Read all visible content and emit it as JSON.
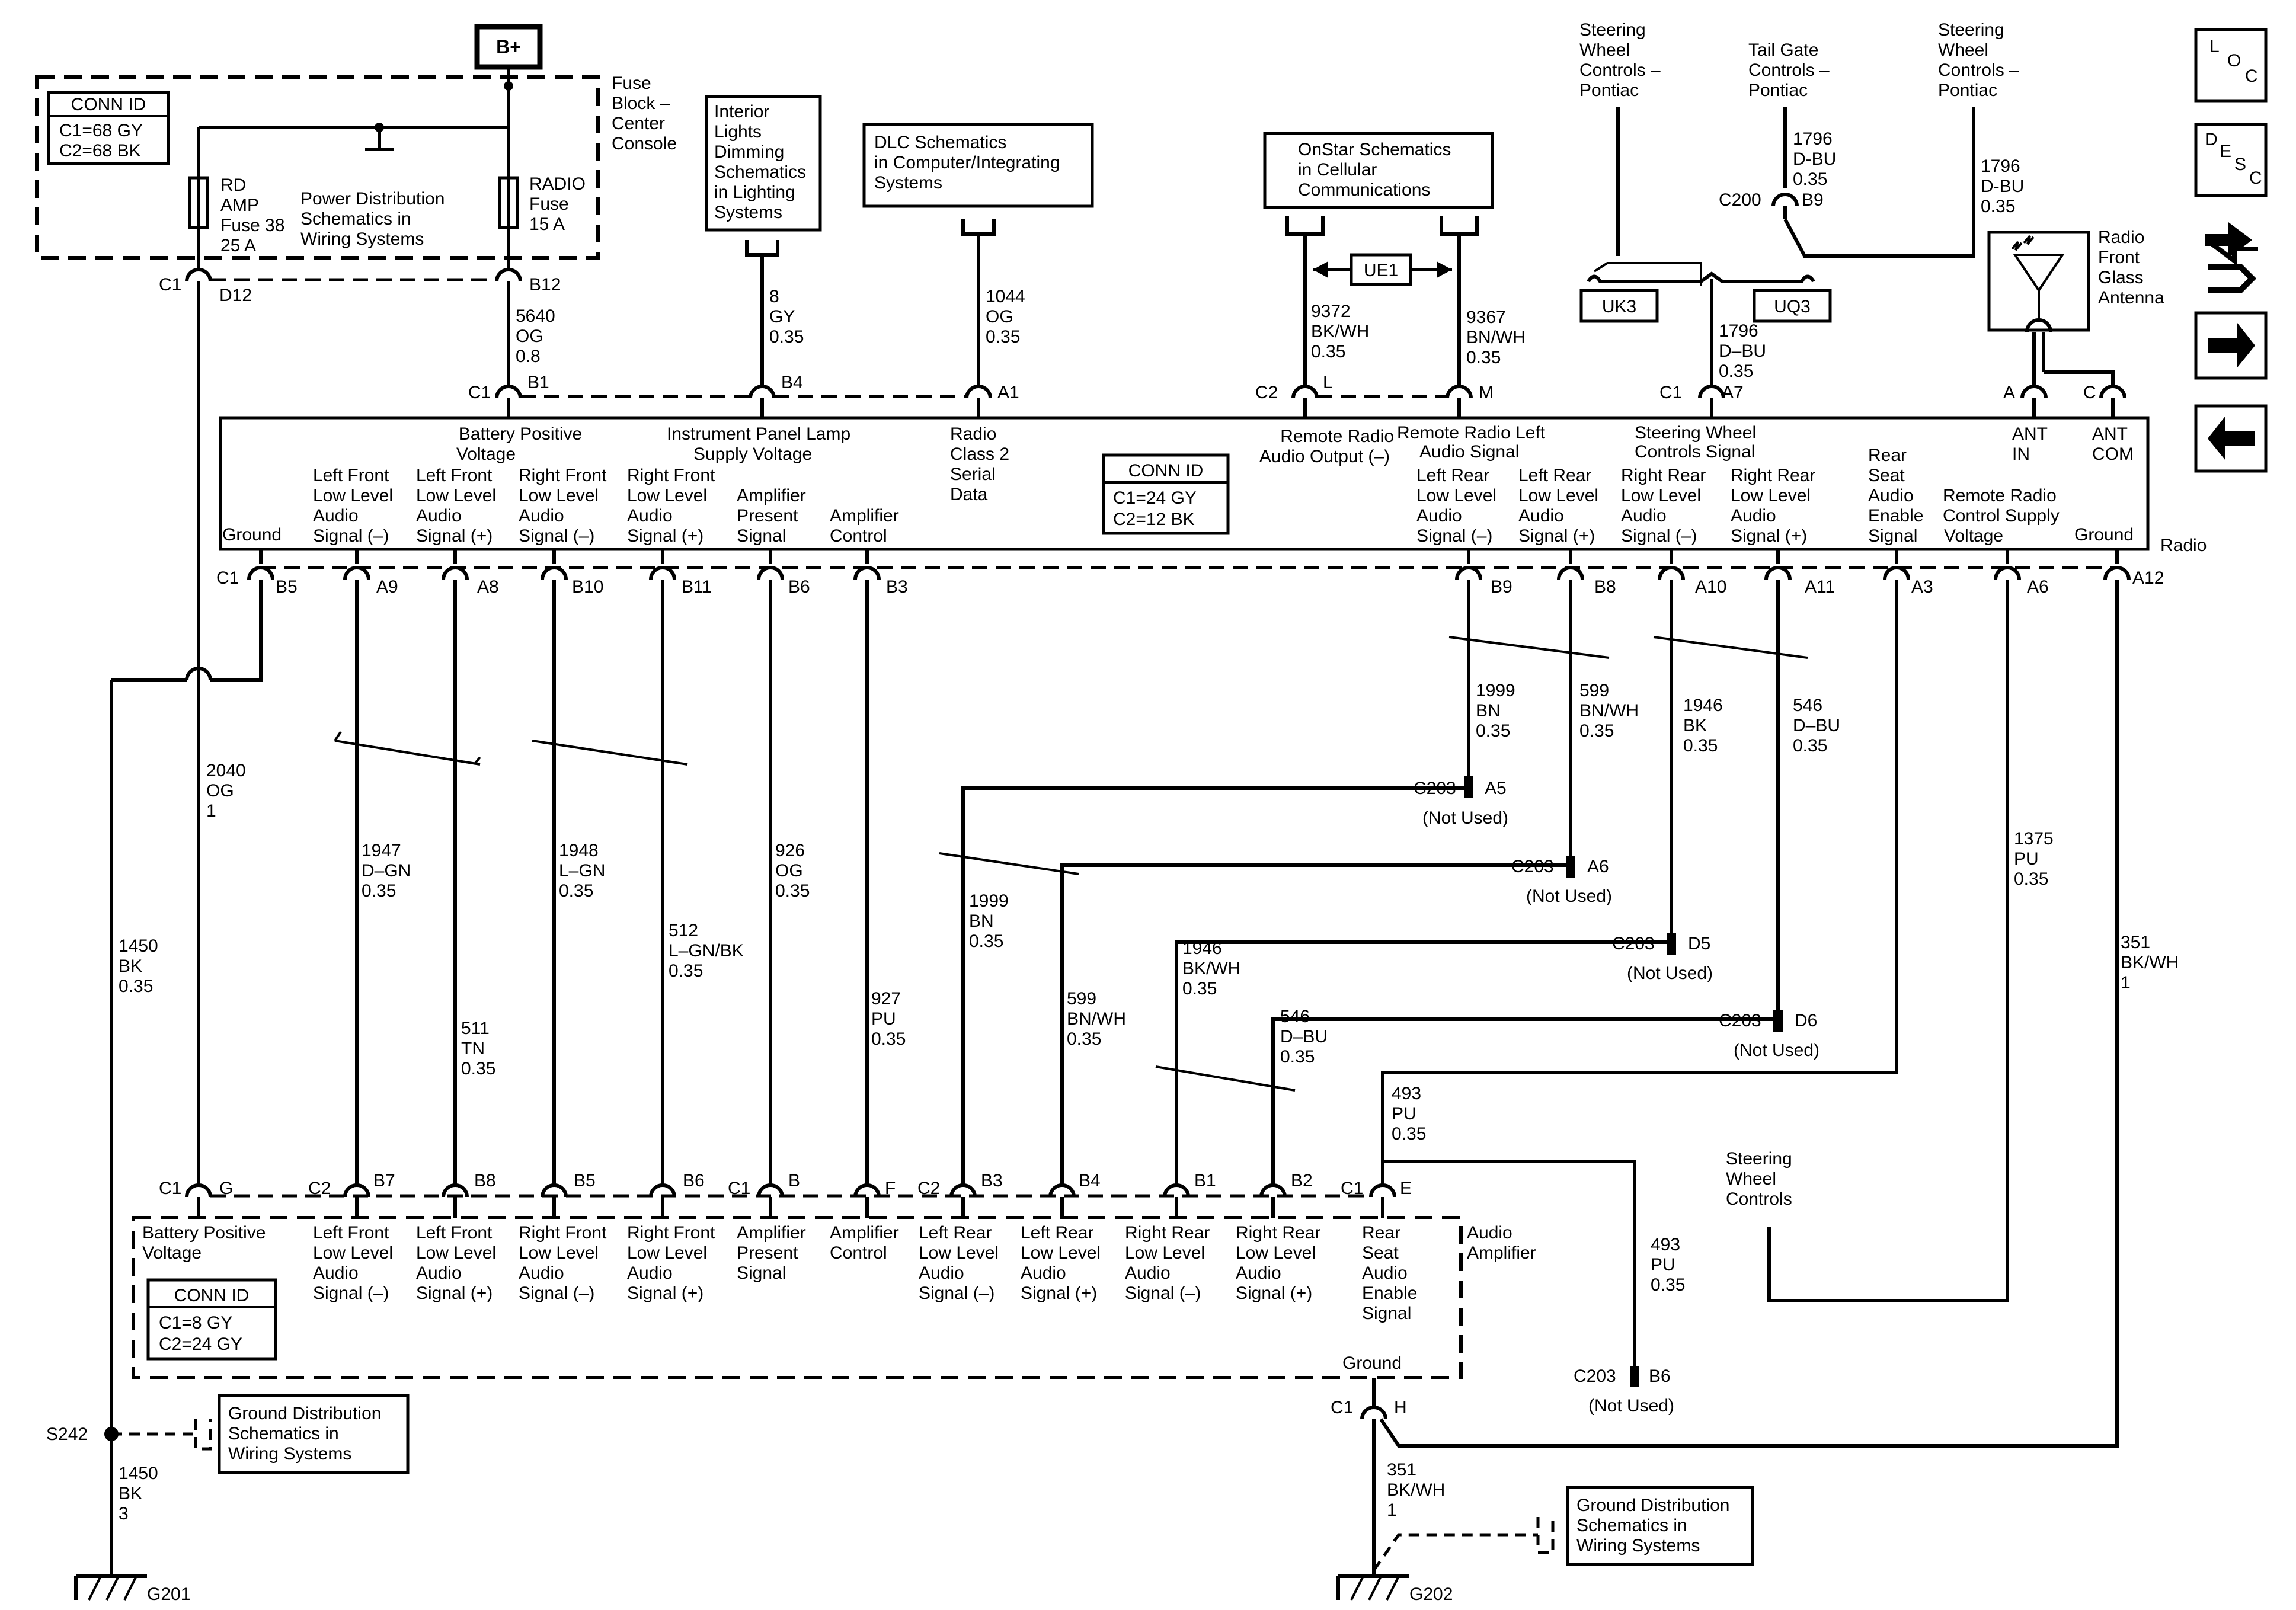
{
  "boxes": {
    "bplus": "B+",
    "fuse_block": [
      "Fuse",
      "Block –",
      "Center",
      "Console"
    ],
    "conn_fuse": {
      "title": "CONN ID",
      "lines": [
        "C1=68 GY",
        "C2=68 BK"
      ]
    },
    "rd_amp_fuse": [
      "RD",
      "AMP",
      "Fuse 38",
      "25 A"
    ],
    "power_dist": [
      "Power Distribution",
      "Schematics in",
      "Wiring  Systems"
    ],
    "radio_fuse": [
      "RADIO",
      "Fuse",
      "15 A"
    ],
    "interior_lights": [
      "Interior",
      "Lights",
      "Dimming",
      "Schematics",
      "in Lighting",
      "Systems"
    ],
    "dlc": [
      "DLC Schematics",
      "in Computer/Integrating",
      "Systems"
    ],
    "onstar": [
      "OnStar Schematics",
      "in Cellular",
      "Communications"
    ],
    "ue1": "UE1",
    "uk3": "UK3",
    "uq3": "UQ3",
    "swc_pontiac_left": [
      "Steering",
      "Wheel",
      "Controls –",
      "Pontiac"
    ],
    "tailgate": [
      "Tail Gate",
      "Controls –",
      "Pontiac"
    ],
    "swc_pontiac_right": [
      "Steering",
      "Wheel",
      "Controls –",
      "Pontiac"
    ],
    "antenna": [
      "Radio",
      "Front",
      "Glass",
      "Antenna"
    ],
    "radio_name": "Radio",
    "conn_radio": {
      "title": "CONN ID",
      "lines": [
        "C1=24 GY",
        "C2=12 BK"
      ]
    },
    "amp_name": [
      "Audio",
      "Amplifier"
    ],
    "conn_amp": {
      "title": "CONN ID",
      "lines": [
        "C1=8 GY",
        "C2=24 GY"
      ]
    },
    "ground_dist": [
      "Ground Distribution",
      "Schematics in",
      "Wiring Systems"
    ],
    "swc_bottom": [
      "Steering",
      "Wheel",
      "Controls"
    ],
    "s242": "S242",
    "g201": "G201",
    "g202": "G202",
    "amp_ground": "Ground"
  },
  "side_icons": {
    "loc": [
      "L",
      "O",
      "C"
    ],
    "desc": [
      "D",
      "E",
      "S",
      "C"
    ],
    "icons": [
      "harness-icon",
      "arrow-right-icon",
      "arrow-left-icon"
    ]
  },
  "radio_labels": {
    "ground_left": "Ground",
    "lf_minus": [
      "Left Front",
      "Low Level",
      "Audio",
      "Signal (–)"
    ],
    "lf_plus": [
      "Left Front",
      "Low Level",
      "Audio",
      "Signal (+)"
    ],
    "rf_minus": [
      "Right Front",
      "Low Level",
      "Audio",
      "Signal (–)"
    ],
    "rf_plus": [
      "Right Front",
      "Low Level",
      "Audio",
      "Signal (+)"
    ],
    "amp_present": [
      "Amplifier",
      "Present",
      "Signal"
    ],
    "amp_control": [
      "Amplifier",
      "Control"
    ],
    "batt_pos": [
      "Battery Positive",
      "Voltage"
    ],
    "ip_lamp": [
      "Instrument Panel Lamp",
      "Supply Voltage"
    ],
    "class2": [
      "Radio",
      "Class 2",
      "Serial",
      "Data"
    ],
    "remote_out": [
      "Remote Radio",
      "Audio Output (–)"
    ],
    "remote_left": [
      "Remote Radio Left",
      "Audio Signal"
    ],
    "swc_signal": [
      "Steering Wheel",
      "Controls Signal"
    ],
    "lr_minus": [
      "Left Rear",
      "Low Level",
      "Audio",
      "Signal (–)"
    ],
    "lr_plus": [
      "Left Rear",
      "Low Level",
      "Audio",
      "Signal (+)"
    ],
    "rr_minus": [
      "Right Rear",
      "Low Level",
      "Audio",
      "Signal (–)"
    ],
    "rr_plus": [
      "Right Rear",
      "Low Level",
      "Audio",
      "Signal (+)"
    ],
    "rear_seat": [
      "Rear",
      "Seat",
      "Audio",
      "Enable",
      "Signal"
    ],
    "remote_supply": [
      "Remote Radio",
      "Control Supply",
      "Voltage"
    ],
    "ground_right": "Ground",
    "ant_in": [
      "ANT",
      "IN"
    ],
    "ant_com": [
      "ANT",
      "COM"
    ]
  },
  "amp_labels": {
    "batt_pos": [
      "Battery Positive",
      "Voltage"
    ],
    "lf_minus": [
      "Left Front",
      "Low Level",
      "Audio",
      "Signal (–)"
    ],
    "lf_plus": [
      "Left Front",
      "Low Level",
      "Audio",
      "Signal (+)"
    ],
    "rf_minus": [
      "Right Front",
      "Low Level",
      "Audio",
      "Signal (–)"
    ],
    "rf_plus": [
      "Right Front",
      "Low Level",
      "Audio",
      "Signal (+)"
    ],
    "amp_present": [
      "Amplifier",
      "Present",
      "Signal"
    ],
    "amp_control": [
      "Amplifier",
      "Control"
    ],
    "lr_minus": [
      "Left Rear",
      "Low Level",
      "Audio",
      "Signal (–)"
    ],
    "lr_plus": [
      "Left Rear",
      "Low Level",
      "Audio",
      "Signal (+)"
    ],
    "rr_minus": [
      "Right Rear",
      "Low Level",
      "Audio",
      "Signal (–)"
    ],
    "rr_plus": [
      "Right Rear",
      "Low Level",
      "Audio",
      "Signal (+)"
    ],
    "rear_seat": [
      "Rear",
      "Seat",
      "Audio",
      "Enable",
      "Signal"
    ]
  },
  "pins": {
    "fuse_c1": "C1",
    "fuse_d12": "D12",
    "fuse_b12": "B12",
    "top_c1": "C1",
    "top_b1": "B1",
    "top_b4": "B4",
    "top_a1": "A1",
    "top_c2": "C2",
    "top_l": "L",
    "top_m": "M",
    "top_c1b": "C1",
    "top_a7": "A7",
    "top_a": "A",
    "top_c": "C",
    "c200": "C200",
    "c200_b9": "B9",
    "bot_c1": "C1",
    "b5": "B5",
    "a9": "A9",
    "a8": "A8",
    "b10": "B10",
    "b11": "B11",
    "b6": "B6",
    "b3": "B3",
    "b9": "B9",
    "b8": "B8",
    "a10": "A10",
    "a11": "A11",
    "a3": "A3",
    "a6": "A6",
    "a12": "A12",
    "amp_c1": "C1",
    "amp_g": "G",
    "amp_c2": "C2",
    "amp_b7": "B7",
    "amp_b8": "B8",
    "amp_b5": "B5",
    "amp_b6": "B6",
    "amp_c1b": "C1",
    "amp_b": "B",
    "amp_f": "F",
    "amp_c2b": "C2",
    "amp_b3": "B3",
    "amp_b4": "B4",
    "amp_b1": "B1",
    "amp_b2": "B2",
    "amp_c1c": "C1",
    "amp_e": "E",
    "gnd_c1": "C1",
    "gnd_h": "H",
    "c203_a5": [
      "C203",
      "A5",
      "(Not Used)"
    ],
    "c203_a6": [
      "C203",
      "A6",
      "(Not Used)"
    ],
    "c203_d5": [
      "C203",
      "D5",
      "(Not Used)"
    ],
    "c203_d6": [
      "C203",
      "D6",
      "(Not Used)"
    ],
    "c203_b6": [
      "C203",
      "B6",
      "(Not Used)"
    ]
  },
  "wires": {
    "w5640": [
      "5640",
      "OG",
      "0.8"
    ],
    "w8": [
      "8",
      "GY",
      "0.35"
    ],
    "w1044": [
      "1044",
      "OG",
      "0.35"
    ],
    "w9372": [
      "9372",
      "BK/WH",
      "0.35"
    ],
    "w9367": [
      "9367",
      "BN/WH",
      "0.35"
    ],
    "w1796a": [
      "1796",
      "D-BU",
      "0.35"
    ],
    "w1796b": [
      "1796",
      "D-BU",
      "0.35"
    ],
    "w1796c": [
      "1796",
      "D–BU",
      "0.35"
    ],
    "w2040": [
      "2040",
      "OG",
      "1"
    ],
    "w1450a": [
      "1450",
      "BK",
      "0.35"
    ],
    "w1450b": [
      "1450",
      "BK",
      "3"
    ],
    "w1947": [
      "1947",
      "D–GN",
      "0.35"
    ],
    "w511": [
      "511",
      "TN",
      "0.35"
    ],
    "w1948": [
      "1948",
      "L–GN",
      "0.35"
    ],
    "w512": [
      "512",
      "L–GN/BK",
      "0.35"
    ],
    "w926": [
      "926",
      "OG",
      "0.35"
    ],
    "w927": [
      "927",
      "PU",
      "0.35"
    ],
    "w1999a": [
      "1999",
      "BN",
      "0.35"
    ],
    "w599a": [
      "599",
      "BN/WH",
      "0.35"
    ],
    "w1946a": [
      "1946",
      "BK",
      "0.35"
    ],
    "w546a": [
      "546",
      "D–BU",
      "0.35"
    ],
    "w1999b": [
      "1999",
      "BN",
      "0.35"
    ],
    "w599b": [
      "599",
      "BN/WH",
      "0.35"
    ],
    "w1946b": [
      "1946",
      "BK/WH",
      "0.35"
    ],
    "w546b": [
      "546",
      "D–BU",
      "0.35"
    ],
    "w493a": [
      "493",
      "PU",
      "0.35"
    ],
    "w493b": [
      "493",
      "PU",
      "0.35"
    ],
    "w1375": [
      "1375",
      "PU",
      "0.35"
    ],
    "w351a": [
      "351",
      "BK/WH",
      "1"
    ],
    "w351b": [
      "351",
      "BK/WH",
      "1"
    ]
  }
}
